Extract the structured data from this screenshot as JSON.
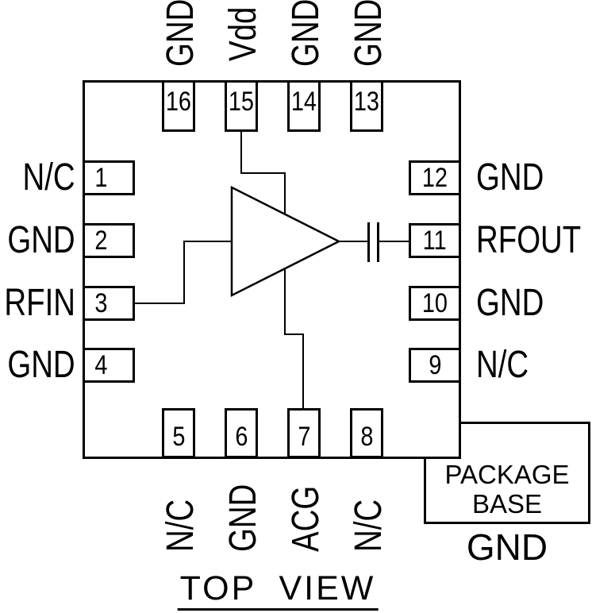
{
  "title": "TOP VIEW",
  "colors": {
    "ink": "#000000",
    "paper": "#ffffff"
  },
  "package_base": {
    "line1": "PACKAGE",
    "line2": "BASE",
    "ground": "GND"
  },
  "symbols": [
    "amplifier-symbol",
    "capacitor-symbol"
  ],
  "pins": {
    "top": [
      {
        "number": "16",
        "label": "GND"
      },
      {
        "number": "15",
        "label": "Vdd"
      },
      {
        "number": "14",
        "label": "GND"
      },
      {
        "number": "13",
        "label": "GND"
      }
    ],
    "left": [
      {
        "number": "1",
        "label": "N/C"
      },
      {
        "number": "2",
        "label": "GND"
      },
      {
        "number": "3",
        "label": "RFIN"
      },
      {
        "number": "4",
        "label": "GND"
      }
    ],
    "right": [
      {
        "number": "12",
        "label": "GND"
      },
      {
        "number": "11",
        "label": "RFOUT"
      },
      {
        "number": "10",
        "label": "GND"
      },
      {
        "number": "9",
        "label": "N/C"
      }
    ],
    "bottom": [
      {
        "number": "5",
        "label": "N/C"
      },
      {
        "number": "6",
        "label": "GND"
      },
      {
        "number": "7",
        "label": "ACG"
      },
      {
        "number": "8",
        "label": "N/C"
      }
    ]
  }
}
